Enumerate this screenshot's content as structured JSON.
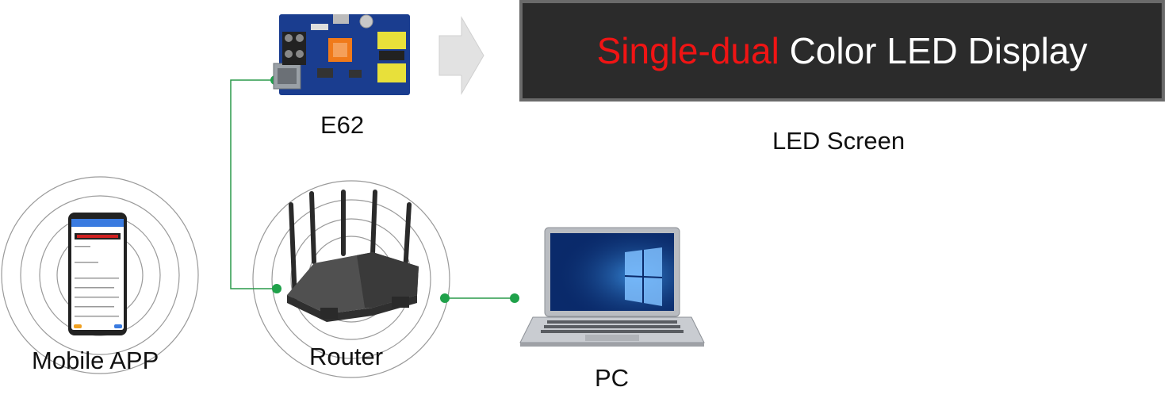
{
  "colors": {
    "connector": "#2a9a4a",
    "led_red": "#f01414",
    "led_white": "#ffffff",
    "screen_bg": "#2b2b2b"
  },
  "nodes": {
    "e62": {
      "label": "E62",
      "icon": "controller-board-icon"
    },
    "router": {
      "label": "Router",
      "icon": "wifi-router-icon"
    },
    "mobile": {
      "label": "Mobile APP",
      "icon": "smartphone-icon"
    },
    "pc": {
      "label": "PC",
      "icon": "laptop-icon"
    },
    "led": {
      "label": "LED Screen",
      "display_text_red": "Single-dual",
      "display_text_white": " Color LED Display"
    }
  }
}
